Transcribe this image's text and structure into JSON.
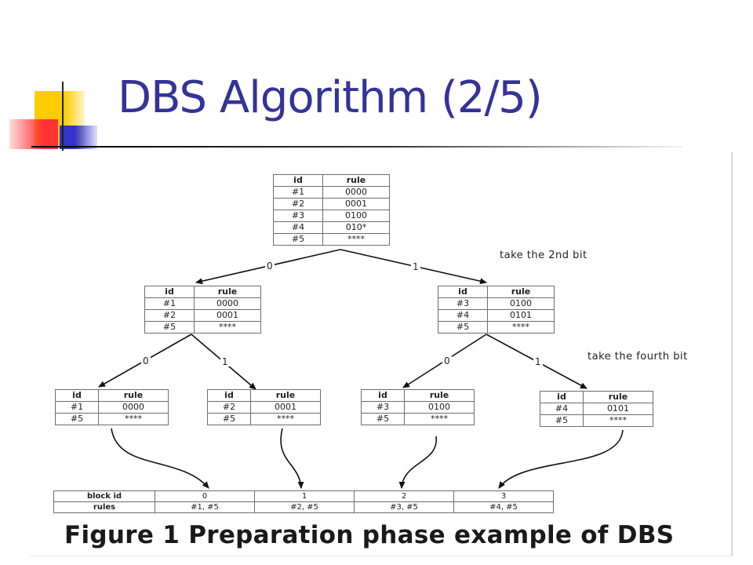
{
  "slide": {
    "title": "DBS Algorithm (2/5)",
    "colors": {
      "title": "#333399",
      "deco_yellow": "#ffcc00",
      "deco_red": "#ff3333",
      "deco_blue": "#3333cc"
    }
  },
  "figure": {
    "tables": {
      "root": {
        "headers": [
          "id",
          "rule"
        ],
        "rows": [
          [
            "#1",
            "0000"
          ],
          [
            "#2",
            "0001"
          ],
          [
            "#3",
            "0100"
          ],
          [
            "#4",
            "010*"
          ],
          [
            "#5",
            "****"
          ]
        ]
      },
      "left": {
        "headers": [
          "id",
          "rule"
        ],
        "rows": [
          [
            "#1",
            "0000"
          ],
          [
            "#2",
            "0001"
          ],
          [
            "#5",
            "****"
          ]
        ]
      },
      "right": {
        "headers": [
          "id",
          "rule"
        ],
        "rows": [
          [
            "#3",
            "0100"
          ],
          [
            "#4",
            "0101"
          ],
          [
            "#5",
            "****"
          ]
        ]
      },
      "leaf1": {
        "headers": [
          "id",
          "rule"
        ],
        "rows": [
          [
            "#1",
            "0000"
          ],
          [
            "#5",
            "****"
          ]
        ]
      },
      "leaf2": {
        "headers": [
          "id",
          "rule"
        ],
        "rows": [
          [
            "#2",
            "0001"
          ],
          [
            "#5",
            "****"
          ]
        ]
      },
      "leaf3": {
        "headers": [
          "id",
          "rule"
        ],
        "rows": [
          [
            "#3",
            "0100"
          ],
          [
            "#5",
            "****"
          ]
        ]
      },
      "leaf4": {
        "headers": [
          "id",
          "rule"
        ],
        "rows": [
          [
            "#4",
            "0101"
          ],
          [
            "#5",
            "****"
          ]
        ]
      }
    },
    "edge_labels": {
      "root_left": "0",
      "root_right": "1",
      "left_leaf1": "0",
      "left_leaf2": "1",
      "right_leaf3": "0",
      "right_leaf4": "1"
    },
    "notes": {
      "second_bit": "take the 2nd bit",
      "fourth_bit": "take the fourth bit"
    },
    "block_table": {
      "row_labels": [
        "block id",
        "rules"
      ],
      "block_ids": [
        "0",
        "1",
        "2",
        "3"
      ],
      "rules": [
        "#1, #5",
        "#2, #5",
        "#3, #5",
        "#4, #5"
      ]
    },
    "caption": "Figure 1 Preparation phase example of DBS"
  }
}
